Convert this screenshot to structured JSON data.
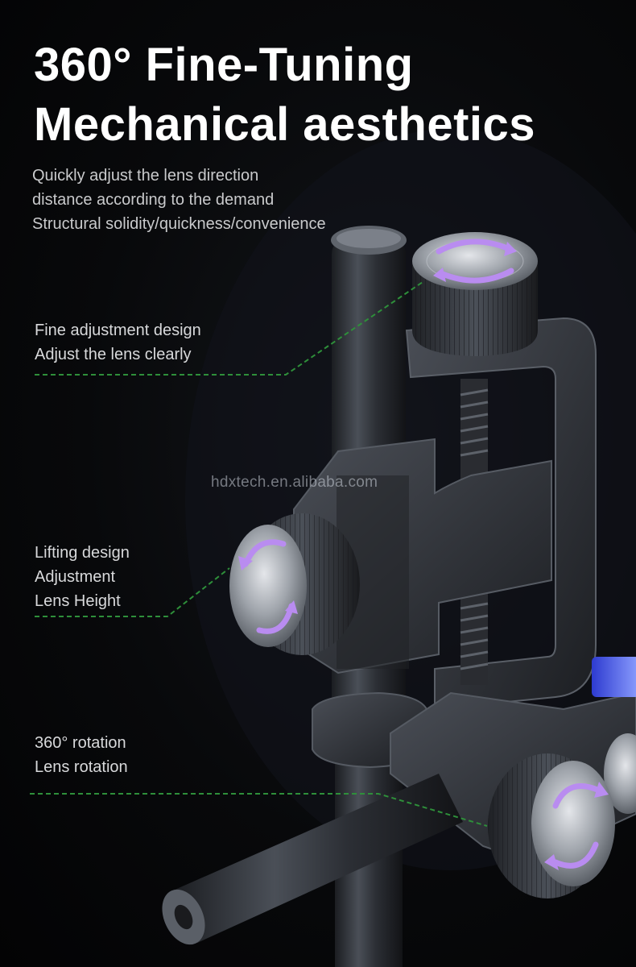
{
  "headline": {
    "line1": "360° Fine-Tuning",
    "line2": "Mechanical aesthetics"
  },
  "intro": {
    "line1": "Quickly adjust the lens direction",
    "line2": "distance according to the demand",
    "line3": "Structural solidity/quickness/convenience"
  },
  "features": [
    {
      "line1": "Fine adjustment design",
      "line2": "Adjust the lens clearly"
    },
    {
      "line1": "Lifting design",
      "line2": "Adjustment",
      "line3": "Lens Height"
    },
    {
      "line1": "360° rotation",
      "line2": "Lens rotation"
    }
  ],
  "watermark": "hdxtech.en.alibaba.com",
  "colors": {
    "background": "#050506",
    "leader_line": "#2e8f3a",
    "arrow": "#b98cf0",
    "metal": "#3a3e45"
  }
}
